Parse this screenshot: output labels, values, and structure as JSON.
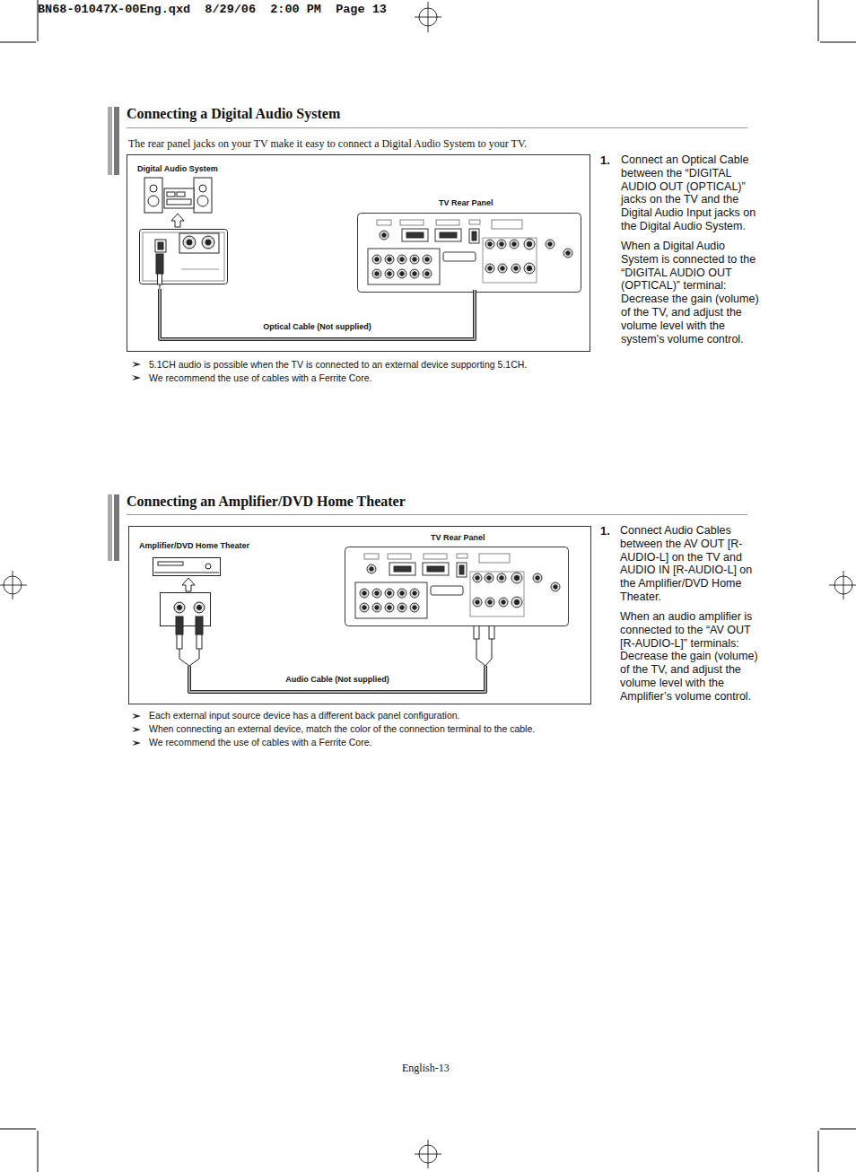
{
  "diagram": {
    "nodes": [
      {
        "text": [
          "Digital Audio System"
        ]
      },
      {
        "text": [
          "TV Rear Panel"
        ]
      },
      {
        "text": [
          "Amplifier/DVD Home Theater"
        ]
      },
      {
        "text": [
          "TV Rear Panel"
        ]
      }
    ],
    "edges": [
      {
        "from": 0,
        "to": 1,
        "arrow": "none",
        "label": "Optical Cable (Not supplied)"
      },
      {
        "from": 2,
        "to": 3,
        "arrow": "none",
        "label": "Audio Cable (Not supplied)"
      }
    ],
    "labels": [
      "BN68-01047X-00Eng.qxd  8/29/06  2:00 PM  Page 13",
      "Connecting a Digital Audio System",
      "The rear panel jacks on your TV make it easy to connect a Digital Audio System to your TV.",
      "1.",
      "Connect an Optical Cable between the “DIGITAL AUDIO OUT (OPTICAL)” jacks on the TV and the Digital Audio Input jacks on the Digital Audio System.",
      "When a Digital Audio System is connected to the “DIGITAL AUDIO OUT (OPTICAL)” terminal: Decrease the gain (volume) of the TV, and adjust the volume level with the system’s volume control.",
      "5.1CH audio is possible when the TV is connected to an external device supporting 5.1CH.",
      "We recommend the use of cables with a Ferrite Core.",
      "Connecting an Amplifier/DVD Home Theater",
      "1.",
      "Connect Audio Cables between the AV OUT [R-AUDIO-L] on the TV and AUDIO IN [R-AUDIO-L] on the Amplifier/DVD Home Theater.",
      "When an audio amplifier is connected to the “AV OUT [R-AUDIO-L]” terminals: Decrease the gain (volume) of the TV, and adjust the volume level with the Amplifier’s volume control.",
      "Each external input source device has a different back panel configuration.",
      "When connecting an external device, match the color of the connection terminal to the cable.",
      "We recommend the use of cables with a Ferrite Core.",
      "English-13"
    ]
  }
}
